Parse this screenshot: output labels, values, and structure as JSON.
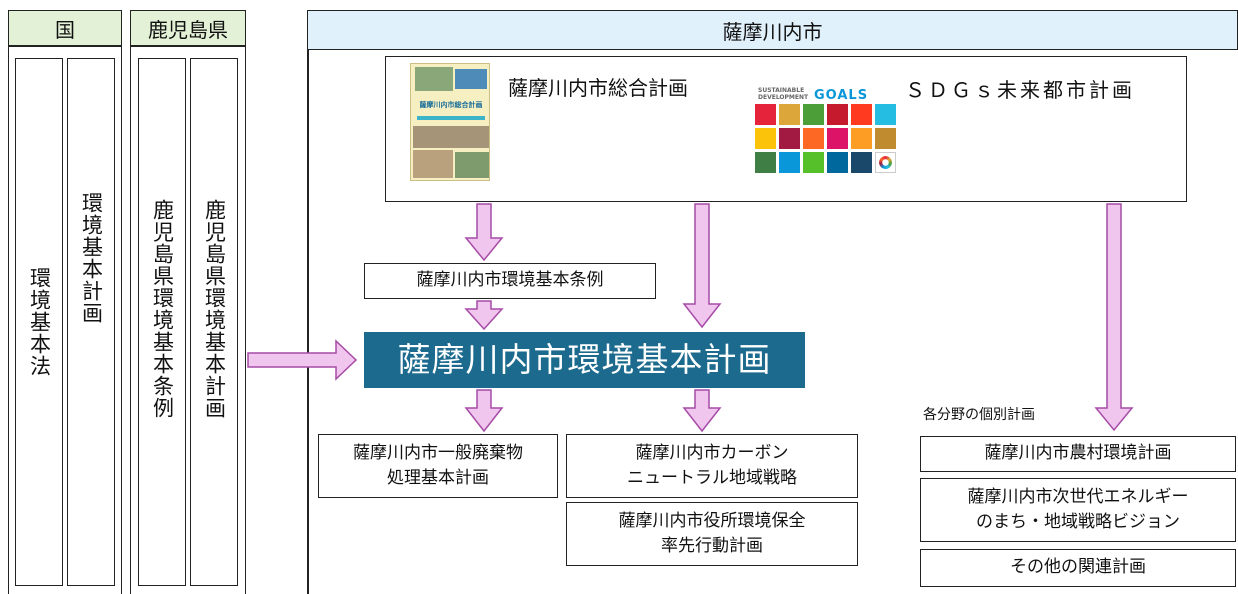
{
  "headers": {
    "national": "国",
    "prefecture": "鹿児島県",
    "city": "薩摩川内市"
  },
  "national": {
    "law": "環境基本法",
    "plan": "環境基本計画"
  },
  "prefecture": {
    "ordinance": "鹿児島県環境基本条例",
    "plan": "鹿児島県環境基本計画"
  },
  "city": {
    "comprehensive_plan": "薩摩川内市総合計画",
    "sdgs_plan": "ＳＤＧｓ未来都市計画",
    "ordinance": "薩摩川内市環境基本条例",
    "basic_plan": "薩摩川内市環境基本計画",
    "waste_plan": "薩摩川内市一般廃棄物\n処理基本計画",
    "carbon_strategy": "薩摩川内市カーボン\nニュートラル地域戦略",
    "office_plan": "薩摩川内市役所環境保全\n率先行動計画",
    "individual_label": "各分野の個別計画",
    "rural_plan": "薩摩川内市農村環境計画",
    "energy_vision": "薩摩川内市次世代エネルギー\nのまち・地域戦略ビジョン",
    "other_plans": "その他の関連計画"
  },
  "cover": {
    "title": "薩摩川内市総合計画"
  },
  "sdgs_logo": {
    "line1": "SUSTAINABLE",
    "line2": "DEVELOPMENT",
    "goals": "GOALS"
  },
  "sdgs_colors": [
    "#e5243b",
    "#dda63a",
    "#4c9f38",
    "#c5192d",
    "#ff3a21",
    "#26bde2",
    "#fcc30b",
    "#a21942",
    "#fd6925",
    "#dd1367",
    "#fd9d24",
    "#bf8b2e",
    "#3f7e44",
    "#0a97d9",
    "#56c02b",
    "#00689d",
    "#19486a",
    "#ffffff"
  ],
  "colors": {
    "main_box": "#1c6b8e",
    "arrow_fill": "#f0c6ef",
    "arrow_stroke": "#a64ca6"
  }
}
